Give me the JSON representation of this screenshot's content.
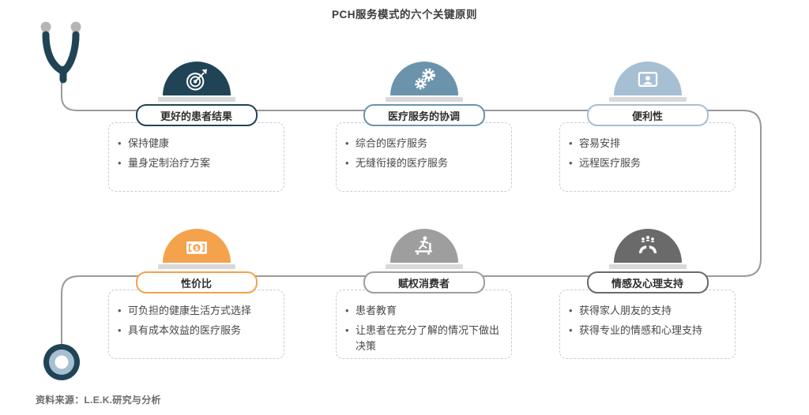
{
  "title": "PCH服务模式的六个关键原则",
  "source": "资料来源：L.E.K.研究与分析",
  "colors": {
    "navy": "#204456",
    "blue": "#6b94ac",
    "light_blue": "#a6bfd3",
    "orange": "#f4a24c",
    "gray": "#9e9e9e",
    "dark_gray": "#6a6a6a",
    "connector_line": "#9a9a9a",
    "base_bar": "#d9d9d9",
    "dashed_border": "#c3ccd4"
  },
  "decorations": {
    "stethoscope": "stethoscope-icon",
    "chestpiece": "stethoscope-chestpiece-icon"
  },
  "cards": [
    {
      "label": "更好的患者结果",
      "color": "#204456",
      "icon": "target",
      "bullets": [
        "保持健康",
        "量身定制治疗方案"
      ]
    },
    {
      "label": "医疗服务的协调",
      "color": "#6b94ac",
      "icon": "gears",
      "bullets": [
        "综合的医疗服务",
        "无缝衔接的医疗服务"
      ]
    },
    {
      "label": "便利性",
      "color": "#a6bfd3",
      "icon": "monitor-person",
      "bullets": [
        "容易安排",
        "远程医疗服务"
      ]
    },
    {
      "label": "性价比",
      "color": "#f4a24c",
      "icon": "banknote",
      "bullets": [
        "可负担的健康生活方式选择",
        "具有成本效益的医疗服务"
      ]
    },
    {
      "label": "赋权消费者",
      "color": "#9e9e9e",
      "icon": "treadmill-runner",
      "bullets": [
        "患者教育",
        "让患者在充分了解的情况下做出决策"
      ]
    },
    {
      "label": "情感及心理支持",
      "color": "#6a6a6a",
      "icon": "hands-holding-people",
      "bullets": [
        "获得家人朋友的支持",
        "获得专业的情感和心理支持"
      ]
    }
  ]
}
